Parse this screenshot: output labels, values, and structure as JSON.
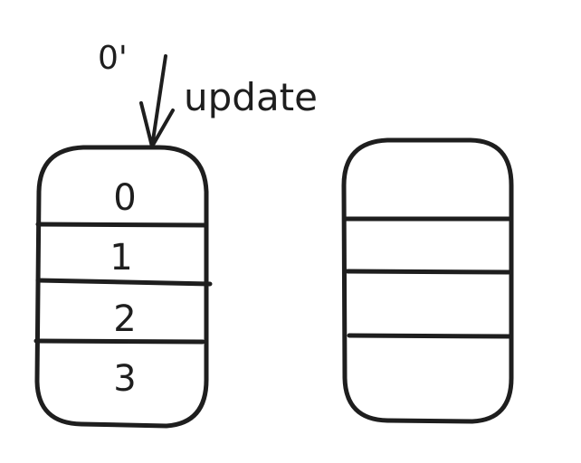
{
  "annotation": {
    "new_value_label": "0'",
    "arrow_label": "update"
  },
  "left_stack": {
    "cells": [
      "0",
      "1",
      "2",
      "3"
    ]
  },
  "right_stack": {
    "cells": [
      "",
      "",
      "",
      ""
    ]
  },
  "colors": {
    "ink": "#1e1e1e",
    "background": "#ffffff"
  }
}
